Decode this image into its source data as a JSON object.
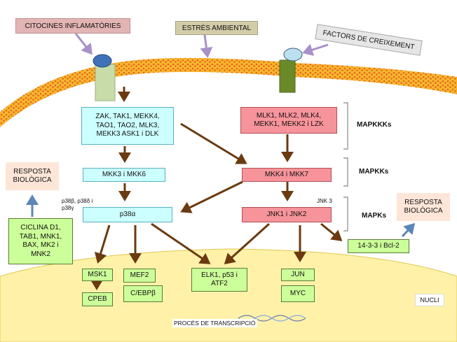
{
  "inputs": {
    "citocines": "CITOCINES INFLAMATÒRIES",
    "estres": "ESTRÈS AMBIENTAL",
    "factors": "FACTORS DE CREIXEMENT"
  },
  "levels": {
    "mapkkks": "MAPKKKs",
    "mapkks": "MAPKKs",
    "mapks": "MAPKs"
  },
  "left_path": {
    "mapkkk": "ZAK, TAK1, MEKK4,\nTAO1, TAO2, MLK3,\nMEKK3 ASK1 i DLK",
    "mapkk": "MKK3 i MKK6",
    "mapk": "p38α",
    "isoforms": "p38β, p38δ i\np38γ"
  },
  "right_path": {
    "mapkkk": "MLK1, MLK2, MLK4,\nMEKK1, MEKK2 i LZK",
    "mapkk": "MKK4 i MKK7",
    "mapk": "JNK1 i JNK2",
    "isoform": "JNK 3"
  },
  "responses": {
    "left": "RESPOSTA\nBIOLÒGICA",
    "right": "RESPOSTA\nBIOLÒGICA"
  },
  "targets": {
    "ciclina": "CICLINA D1,\nTAB1, MNK1,\nBAX, MK2 i\nMNK2",
    "msk1": "MSK1",
    "cpeb": "CPEB",
    "mef2": "MEF2",
    "cebp": "C/EBPβ",
    "elk1": "ELK1, p53 i\nATF2",
    "jun": "JUN",
    "myc": "MYC",
    "bcl2": "14-3-3 i Bcl-2"
  },
  "nucleus": {
    "label": "NUCLI",
    "transcription": "PROCÉS DE TRANSCRIPCIÓ"
  },
  "colors": {
    "cyan": "#ccffff",
    "pink": "#f7939a",
    "green": "#ccff99",
    "arrow": "#6b3a10",
    "nucleus": "#fff2a8",
    "membrane": "#f5b82e"
  }
}
